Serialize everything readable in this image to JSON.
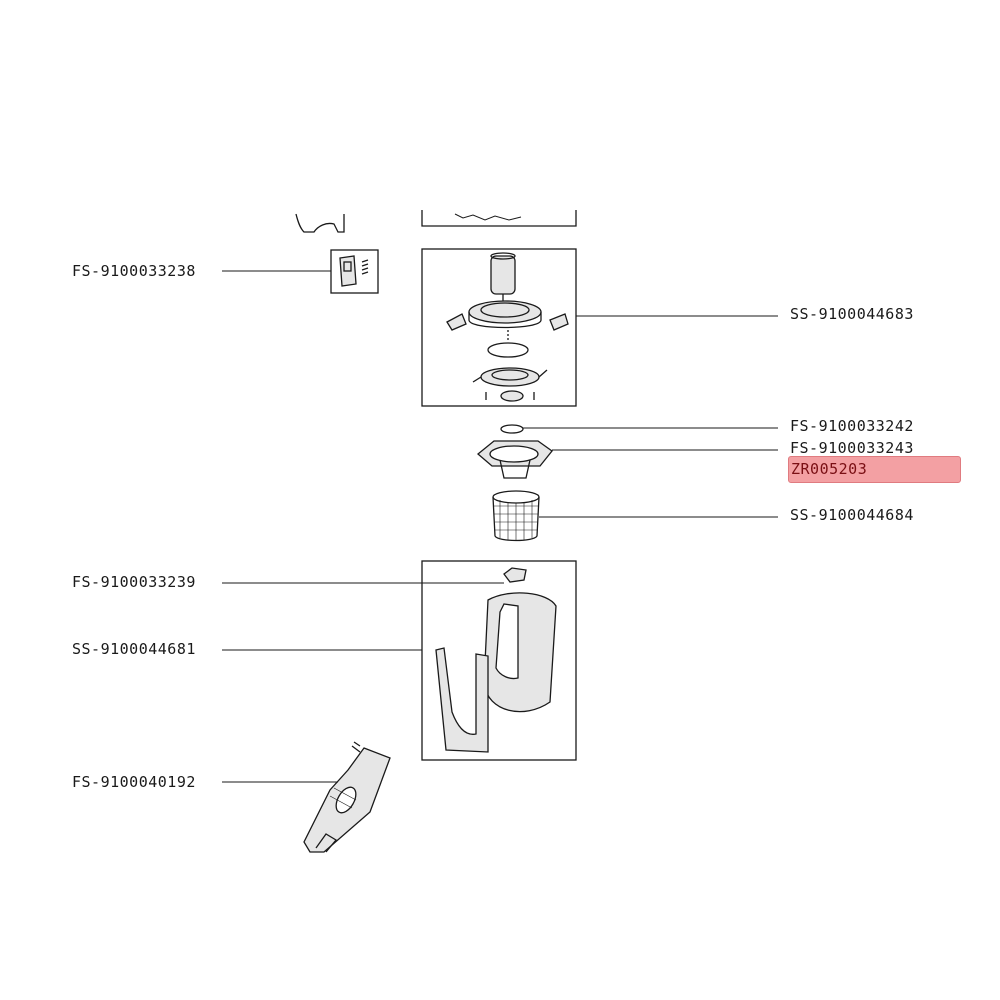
{
  "parts": [
    {
      "id": "fs-9100033238",
      "code": "FS-9100033238"
    },
    {
      "id": "ss-9100044683",
      "code": "SS-9100044683"
    },
    {
      "id": "fs-9100033242",
      "code": "FS-9100033242"
    },
    {
      "id": "fs-9100033243",
      "code": "FS-9100033243"
    },
    {
      "id": "zr005203",
      "code": "ZR005203",
      "highlighted": true
    },
    {
      "id": "ss-9100044684",
      "code": "SS-9100044684"
    },
    {
      "id": "fs-9100033239",
      "code": "FS-9100033239"
    },
    {
      "id": "ss-9100044681",
      "code": "SS-9100044681"
    },
    {
      "id": "fs-9100040192",
      "code": "FS-9100040192"
    }
  ],
  "colors": {
    "line": "#1a1a1a",
    "highlight_fill": "#f3a0a3",
    "highlight_border": "#e07b80",
    "part_fill": "#e6e6e6"
  }
}
